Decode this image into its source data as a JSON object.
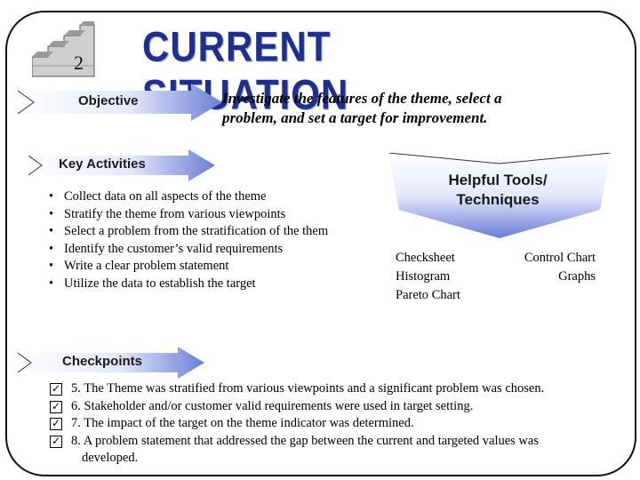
{
  "header": {
    "step_number": "2",
    "title": "CURRENT SITUATION"
  },
  "objective": {
    "label": "Objective",
    "text_line1": "Investigate the features of the theme, select a",
    "text_line2": "problem, and set a target for improvement."
  },
  "key_activities": {
    "label": "Key Activities",
    "items": [
      "Collect data on all aspects of the theme",
      "Stratify the theme from various viewpoints",
      "Select a problem from the stratification of the them",
      "Identify the customer’s valid requirements",
      "Write a clear problem statement",
      "Utilize the data to establish the target"
    ]
  },
  "tools": {
    "heading_line1": "Helpful Tools/",
    "heading_line2": "Techniques",
    "left": [
      "Checksheet",
      "Histogram",
      "Pareto Chart"
    ],
    "right": [
      "Control Chart",
      "Graphs"
    ]
  },
  "checkpoints": {
    "label": "Checkpoints",
    "items": [
      "5. The Theme was stratified from various viewpoints and a significant problem was chosen.",
      "6. Stakeholder and/or customer valid requirements were used in target setting.",
      "7. The impact of the target on the theme indicator was determined.",
      "8. A problem statement that addressed the gap between the current and targeted values was"
    ],
    "item8_continuation": "developed."
  },
  "colors": {
    "title_blue": "#1e2f8c",
    "banner_light": "#e4e8fb",
    "banner_dark": "#6b7ed6"
  }
}
